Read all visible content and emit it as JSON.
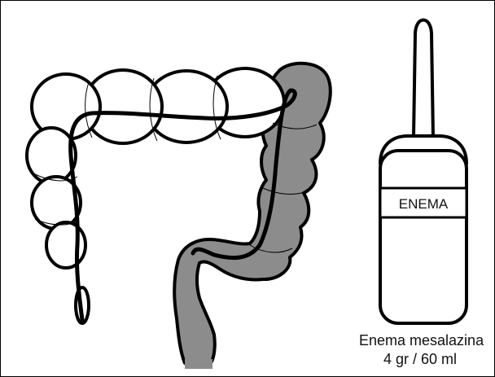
{
  "bottle": {
    "label": "ENEMA"
  },
  "caption": {
    "line1": "Enema mesalazina",
    "line2": "4 gr / 60 ml"
  },
  "colors": {
    "affected_colon": "#8c8c8c",
    "outline": "#000000",
    "background": "#ffffff"
  }
}
